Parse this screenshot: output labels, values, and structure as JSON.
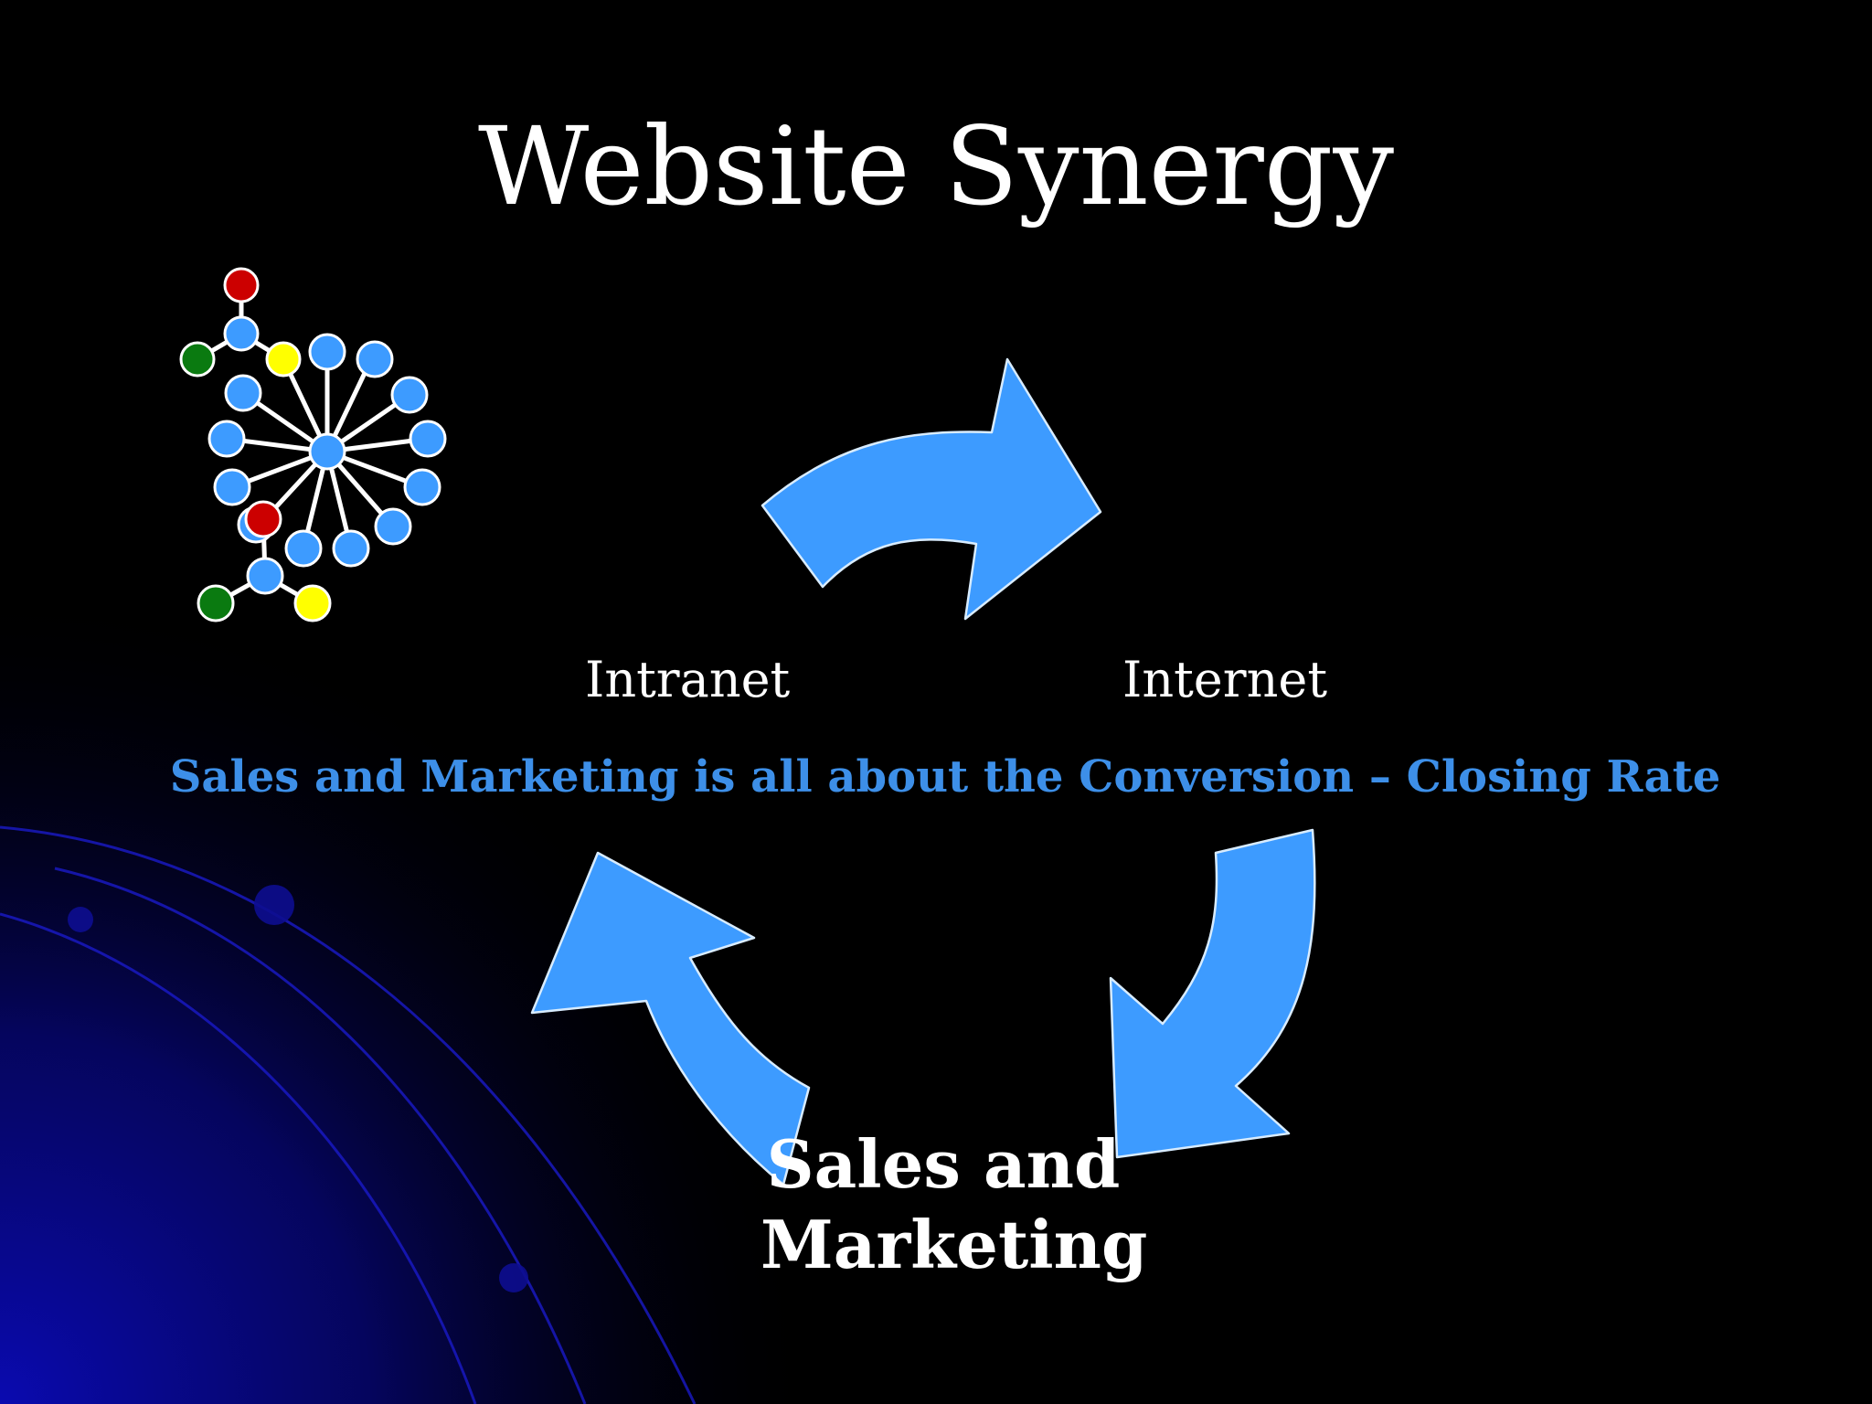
{
  "slide": {
    "title": "Website Synergy",
    "nodes": {
      "intranet": "Intranet",
      "internet": "Internet",
      "sales_line1": "Sales and",
      "sales_line2": "Marketing"
    },
    "tagline": "Sales and Marketing is all about the Conversion – Closing Rate"
  },
  "icons": {
    "network": "network-hub-icon",
    "cycle": "cycle-arrows"
  },
  "colors": {
    "background": "#000000",
    "arrow_fill": "#3d9bff",
    "tagline": "#3d8fe8",
    "node_blue": "#3d9bff",
    "node_red": "#cc0000",
    "node_green": "#0a7a10",
    "node_yellow": "#ffff00",
    "accent_navy": "#0a0aa8"
  }
}
